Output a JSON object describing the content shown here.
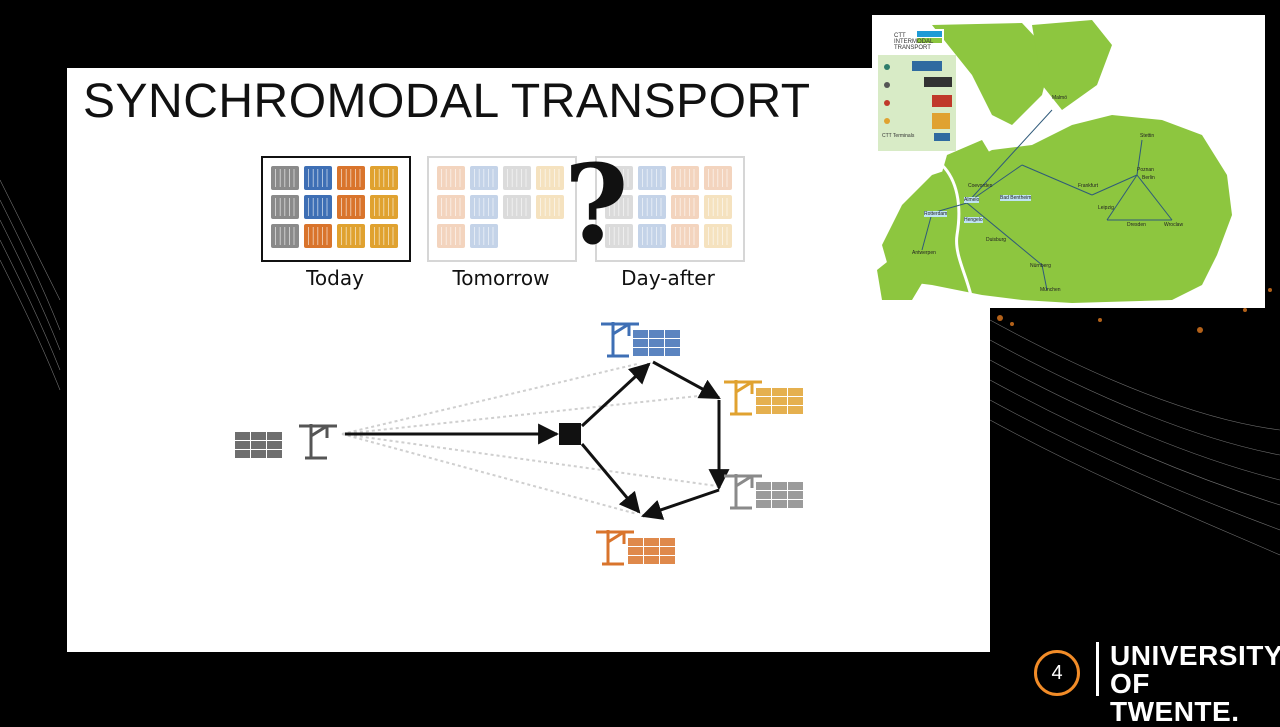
{
  "slide": {
    "title": "SYNCHROMODAL TRANSPORT",
    "question_mark": "?",
    "captions": [
      "Today",
      "Tomorrow",
      "Day-after"
    ]
  },
  "map": {
    "logo": "CTT INTERMODAL TRANSPORT",
    "legend_last": "CTT Terminals",
    "cities": [
      "Malmö",
      "Stettin",
      "Poznan",
      "Berlin",
      "Frankfurt",
      "Leipzig",
      "Wroclaw",
      "Dresden",
      "Coevorden",
      "Bad Bentheim",
      "Almelo",
      "Hengelo",
      "Rotterdam",
      "Antwerpen",
      "Duisburg",
      "Nürnberg",
      "München"
    ]
  },
  "footer": {
    "slide_number": "4",
    "university_line1": "UNIVERSITY",
    "university_line2": "OF TWENTE."
  },
  "colors": {
    "blue": "#3e6fb5",
    "orange": "#d9742c",
    "gold": "#e0a230",
    "gray": "#8a8a8a",
    "map_green": "#8dc63f",
    "accent_orange": "#f28c28"
  }
}
